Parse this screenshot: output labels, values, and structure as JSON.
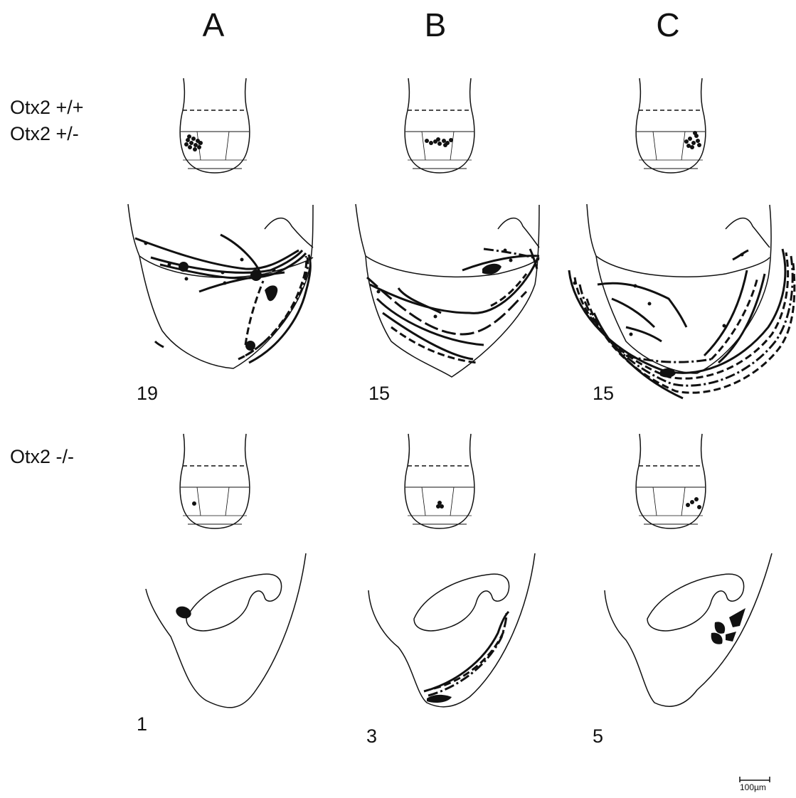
{
  "columns": {
    "a": "A",
    "b": "B",
    "c": "C"
  },
  "rows": {
    "top": {
      "line1": "Otx2 +/+",
      "line2": "Otx2 +/-"
    },
    "bottom": {
      "line1": "Otx2 -/-"
    }
  },
  "counts": {
    "top_a": "19",
    "top_b": "15",
    "top_c": "15",
    "bottom_a": "1",
    "bottom_b": "3",
    "bottom_c": "5"
  },
  "scale_bar": {
    "label": "100µm"
  },
  "colors": {
    "ink": "#111111",
    "background": "#ffffff"
  }
}
